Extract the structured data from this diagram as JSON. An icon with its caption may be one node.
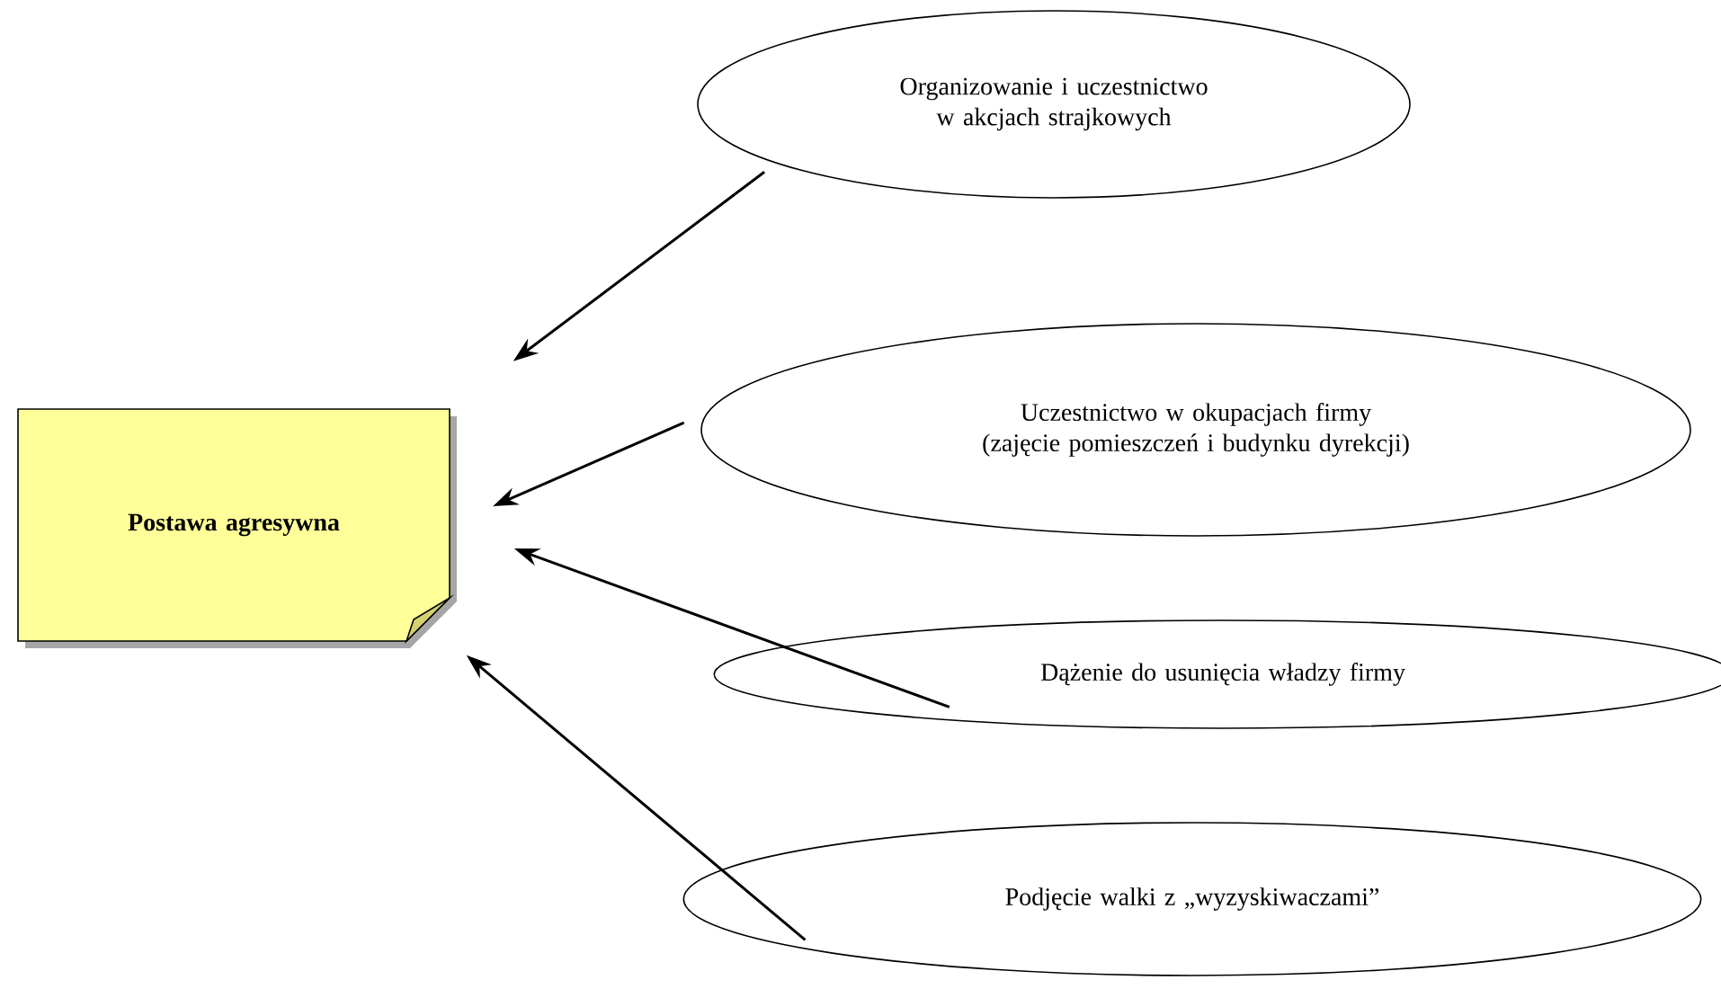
{
  "diagram": {
    "nodes": [
      {
        "text": [
          "Postawa agresywna"
        ]
      },
      {
        "text": [
          "Organizowanie i uczestnictwo w akcjach strajkowych"
        ]
      },
      {
        "text": [
          "Uczestnictwo w okupacjach firmy (zajęcie pomieszczeń i budynku dyrekcji)"
        ]
      },
      {
        "text": [
          "Dążenie do usunięcia władzy firmy"
        ]
      },
      {
        "text": [
          "Podjęcie walki z „wyzyskiwaczami”"
        ]
      }
    ],
    "edges": [
      {
        "from": 1,
        "to": 0,
        "arrow": "to"
      },
      {
        "from": 2,
        "to": 0,
        "arrow": "to"
      },
      {
        "from": 3,
        "to": 0,
        "arrow": "to"
      },
      {
        "from": 4,
        "to": 0,
        "arrow": "to"
      }
    ]
  }
}
